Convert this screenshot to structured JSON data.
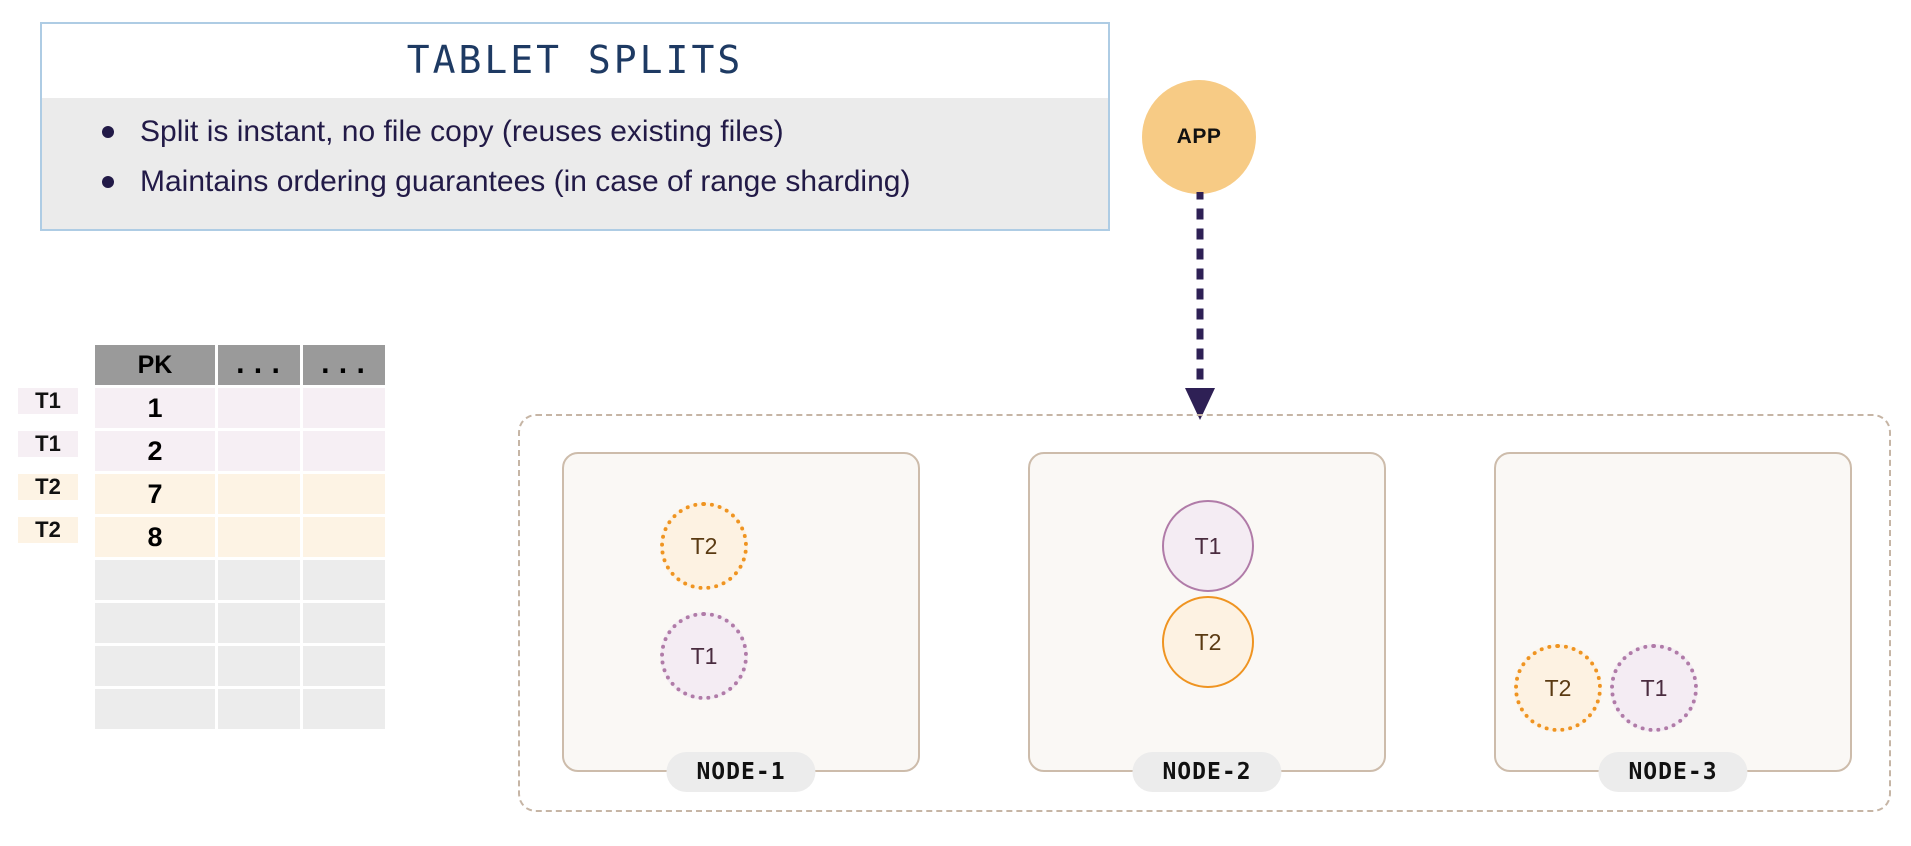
{
  "panel": {
    "title": "TABLET SPLITS",
    "bullets": [
      "Split is instant, no file copy (reuses existing files)",
      "Maintains ordering guarantees (in case of range sharding)"
    ],
    "border_color": "#aecce4",
    "title_color": "#1e3a63",
    "body_bg": "#ebebeb",
    "text_color": "#221a47"
  },
  "table": {
    "headers": [
      "PK",
      "...",
      "..."
    ],
    "header_bg": "#9a9a9a",
    "rows": [
      {
        "tag": "T1",
        "pk": "1",
        "tone": "t1"
      },
      {
        "tag": "T1",
        "pk": "2",
        "tone": "t1"
      },
      {
        "tag": "T2",
        "pk": "7",
        "tone": "t2"
      },
      {
        "tag": "T2",
        "pk": "8",
        "tone": "t2"
      }
    ],
    "empty_rows": 4,
    "tone_colors": {
      "t1": "#f6eff4",
      "t2": "#fdf3e4",
      "empty": "#ececec"
    }
  },
  "app": {
    "label": "APP",
    "fill": "#f7cb85",
    "arrow_color": "#2e2055"
  },
  "cluster": {
    "border_color": "#c6b5a5",
    "nodes": [
      {
        "label": "NODE-1",
        "tablets": [
          {
            "id": "T2",
            "kind": "t2",
            "style": "dotted"
          },
          {
            "id": "T1",
            "kind": "t1",
            "style": "dotted"
          }
        ]
      },
      {
        "label": "NODE-2",
        "tablets": [
          {
            "id": "T1",
            "kind": "t1",
            "style": "solid"
          },
          {
            "id": "T2",
            "kind": "t2",
            "style": "solid"
          }
        ]
      },
      {
        "label": "NODE-3",
        "tablets": [
          {
            "id": "T2",
            "kind": "t2",
            "style": "dotted"
          },
          {
            "id": "T1",
            "kind": "t1",
            "style": "dotted"
          }
        ]
      }
    ],
    "tablet_colors": {
      "t1_fill": "#f4ecf3",
      "t1_border": "#b07ba8",
      "t2_fill": "#fdf2e2",
      "t2_border": "#ef9421"
    }
  }
}
